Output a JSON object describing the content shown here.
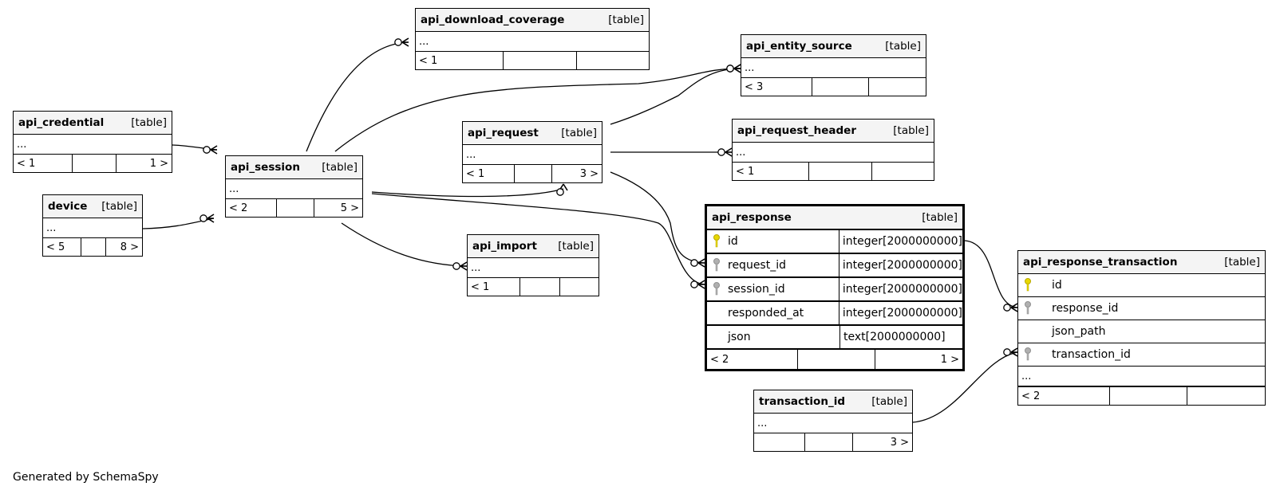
{
  "footer": "Generated by SchemaSpy",
  "tables": {
    "api_download_coverage": {
      "name": "api_download_coverage",
      "type": "[table]",
      "row": "...",
      "footer": [
        "< 1",
        "",
        ""
      ]
    },
    "api_entity_source": {
      "name": "api_entity_source",
      "type": "[table]",
      "row": "...",
      "footer": [
        "< 3",
        "",
        ""
      ]
    },
    "api_credential": {
      "name": "api_credential",
      "type": "[table]",
      "row": "...",
      "footer": [
        "< 1",
        "",
        "1 >"
      ]
    },
    "api_request": {
      "name": "api_request",
      "type": "[table]",
      "row": "...",
      "footer": [
        "< 1",
        "",
        "3 >"
      ]
    },
    "api_request_header": {
      "name": "api_request_header",
      "type": "[table]",
      "row": "...",
      "footer": [
        "< 1",
        "",
        ""
      ]
    },
    "api_session": {
      "name": "api_session",
      "type": "[table]",
      "row": "...",
      "footer": [
        "< 2",
        "",
        "5 >"
      ]
    },
    "device": {
      "name": "device",
      "type": "[table]",
      "row": "...",
      "footer": [
        "< 5",
        "",
        "8 >"
      ]
    },
    "api_import": {
      "name": "api_import",
      "type": "[table]",
      "row": "...",
      "footer": [
        "< 1",
        "",
        ""
      ]
    },
    "api_response": {
      "name": "api_response",
      "type": "[table]",
      "columns": [
        {
          "name": "id",
          "type": "integer[2000000000]",
          "key": "primary"
        },
        {
          "name": "request_id",
          "type": "integer[2000000000]",
          "key": "foreign"
        },
        {
          "name": "session_id",
          "type": "integer[2000000000]",
          "key": "foreign"
        },
        {
          "name": "responded_at",
          "type": "integer[2000000000]",
          "key": "none"
        },
        {
          "name": "json",
          "type": "text[2000000000]",
          "key": "none"
        }
      ],
      "footer": [
        "< 2",
        "",
        "1 >"
      ]
    },
    "api_response_transaction": {
      "name": "api_response_transaction",
      "type": "[table]",
      "columns": [
        {
          "name": "id",
          "key": "primary"
        },
        {
          "name": "response_id",
          "key": "foreign"
        },
        {
          "name": "json_path",
          "key": "none"
        },
        {
          "name": "transaction_id",
          "key": "foreign"
        }
      ],
      "row": "...",
      "footer": [
        "< 2",
        "",
        ""
      ]
    },
    "transaction_id": {
      "name": "transaction_id",
      "type": "[table]",
      "row": "...",
      "footer": [
        "",
        "",
        "3 >"
      ]
    }
  },
  "colors": {
    "primary_key": "#e8d800",
    "foreign_key": "#b0b0b0",
    "header_bg": "#f4f4f4",
    "line": "#000000"
  }
}
